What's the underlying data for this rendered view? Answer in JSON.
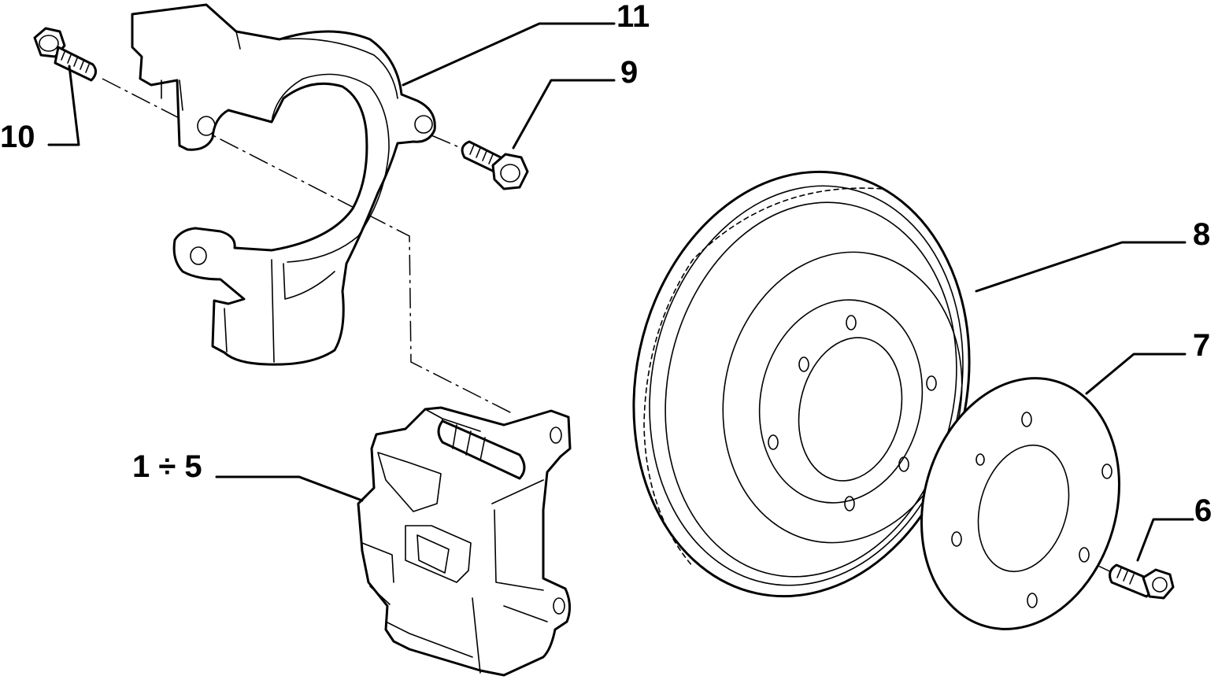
{
  "colors": {
    "background": "#ffffff",
    "ink": "#000000"
  },
  "callouts": {
    "c11": "11",
    "c9": "9",
    "c10": "10",
    "c8": "8",
    "c7": "7",
    "c6": "6",
    "c1to5": "1 ÷ 5"
  }
}
